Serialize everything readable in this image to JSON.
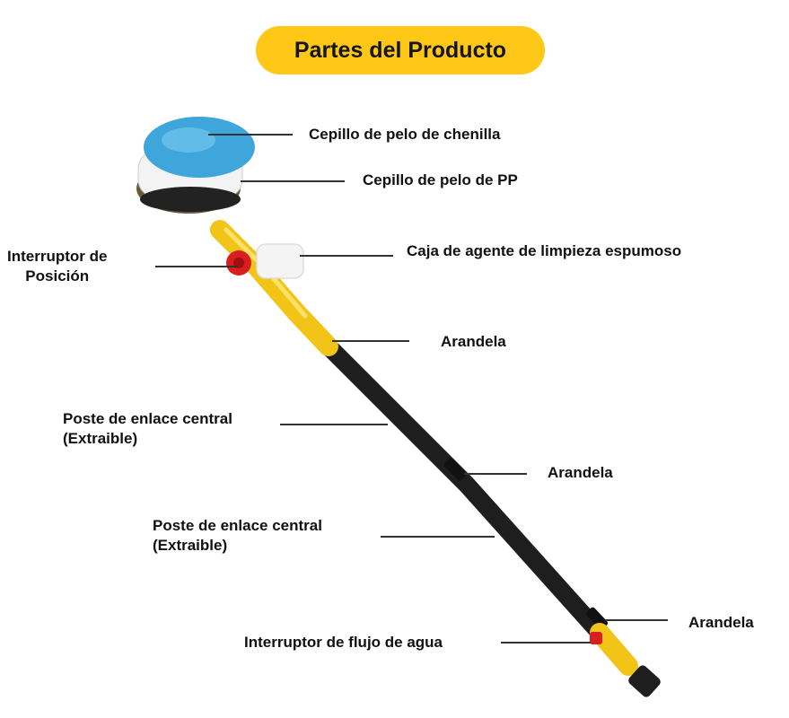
{
  "title": "Partes del Producto",
  "colors": {
    "title_background": "#FFC716",
    "brush_chenille": "#3FA6DB",
    "brush_pp_bristles": "#F3F3F3",
    "connector": "#F2C418",
    "pole": "#1E1E1E",
    "switch": "#D81E1E"
  },
  "labels": {
    "chenille_brush": "Cepillo de pelo de chenilla",
    "pp_brush": "Cepillo de pelo de PP",
    "position_switch_line1": "Interruptor de",
    "position_switch_line2": "Posición",
    "foam_box": "Caja de agente de limpieza espumoso",
    "washer_1": "Arandela",
    "center_pole_1_line1": "Poste de enlace central",
    "center_pole_1_line2": "(Extraible)",
    "washer_2": "Arandela",
    "center_pole_2_line1": "Poste de enlace central",
    "center_pole_2_line2": "(Extraible)",
    "washer_3": "Arandela",
    "water_flow_switch": "Interruptor de flujo de agua"
  }
}
